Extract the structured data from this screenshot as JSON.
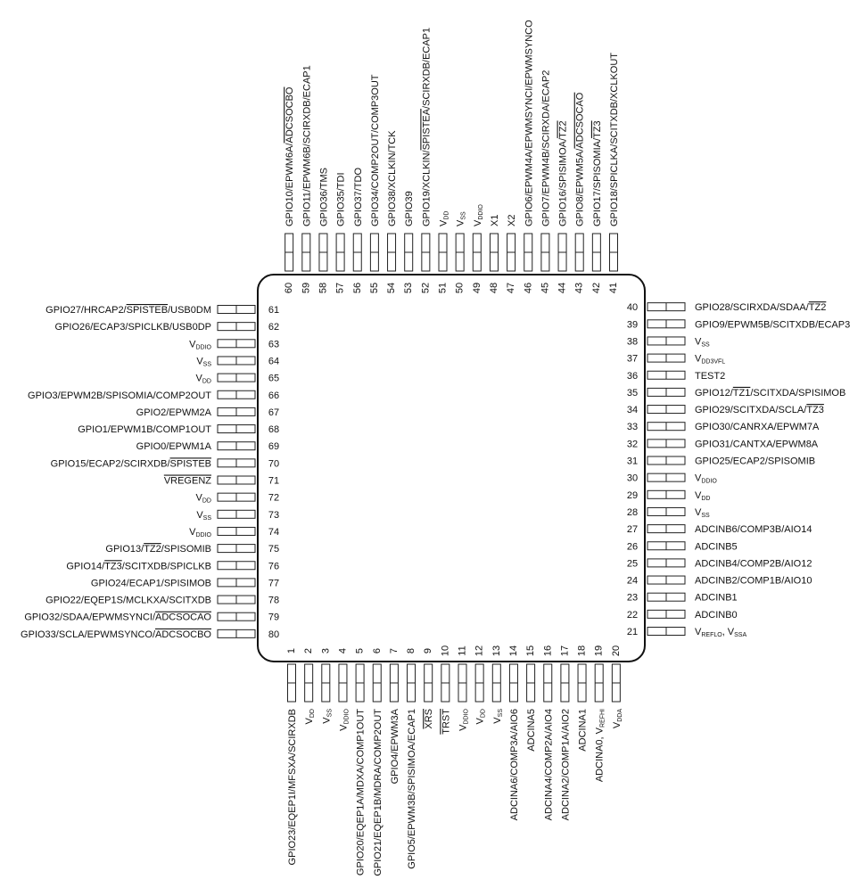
{
  "package": {
    "pins": [
      {
        "n": 1,
        "label": [
          {
            "t": "GPIO23/EQEP1I/MFSXA/SCIRXDB"
          }
        ]
      },
      {
        "n": 2,
        "label": [
          {
            "t": "V"
          },
          {
            "t": "DD",
            "sub": true
          }
        ]
      },
      {
        "n": 3,
        "label": [
          {
            "t": "V"
          },
          {
            "t": "SS",
            "sub": true
          }
        ]
      },
      {
        "n": 4,
        "label": [
          {
            "t": "V"
          },
          {
            "t": "DDIO",
            "sub": true
          }
        ]
      },
      {
        "n": 5,
        "label": [
          {
            "t": "GPIO20/EQEP1A/MDXA/COMP1OUT"
          }
        ]
      },
      {
        "n": 6,
        "label": [
          {
            "t": "GPIO21/EQEP1B/MDRA/COMP2OUT"
          }
        ]
      },
      {
        "n": 7,
        "label": [
          {
            "t": "GPIO4/EPWM3A"
          }
        ]
      },
      {
        "n": 8,
        "label": [
          {
            "t": "GPIO5/EPWM3B/SPISIMOA/ECAP1"
          }
        ]
      },
      {
        "n": 9,
        "label": [
          {
            "t": "XRS",
            "ov": true
          }
        ]
      },
      {
        "n": 10,
        "label": [
          {
            "t": "TRST",
            "ov": true
          }
        ]
      },
      {
        "n": 11,
        "label": [
          {
            "t": "V"
          },
          {
            "t": "DDIO",
            "sub": true
          }
        ]
      },
      {
        "n": 12,
        "label": [
          {
            "t": "V"
          },
          {
            "t": "DD",
            "sub": true
          }
        ]
      },
      {
        "n": 13,
        "label": [
          {
            "t": "V"
          },
          {
            "t": "SS",
            "sub": true
          }
        ]
      },
      {
        "n": 14,
        "label": [
          {
            "t": "ADCINA6/COMP3A/AIO6"
          }
        ]
      },
      {
        "n": 15,
        "label": [
          {
            "t": "ADCINA5"
          }
        ]
      },
      {
        "n": 16,
        "label": [
          {
            "t": "ADCINA4/COMP2A/AIO4"
          }
        ]
      },
      {
        "n": 17,
        "label": [
          {
            "t": "ADCINA2/COMP1A/AIO2"
          }
        ]
      },
      {
        "n": 18,
        "label": [
          {
            "t": "ADCINA1"
          }
        ]
      },
      {
        "n": 19,
        "label": [
          {
            "t": "ADCINA0, V"
          },
          {
            "t": "REFHI",
            "sub": true
          }
        ]
      },
      {
        "n": 20,
        "label": [
          {
            "t": "V"
          },
          {
            "t": "DDA",
            "sub": true
          }
        ]
      },
      {
        "n": 21,
        "label": [
          {
            "t": "V"
          },
          {
            "t": "REFLO",
            "sub": true
          },
          {
            "t": ", V"
          },
          {
            "t": "SSA",
            "sub": true
          }
        ]
      },
      {
        "n": 22,
        "label": [
          {
            "t": "ADCINB0"
          }
        ]
      },
      {
        "n": 23,
        "label": [
          {
            "t": "ADCINB1"
          }
        ]
      },
      {
        "n": 24,
        "label": [
          {
            "t": "ADCINB2/COMP1B/AIO10"
          }
        ]
      },
      {
        "n": 25,
        "label": [
          {
            "t": "ADCINB4/COMP2B/AIO12"
          }
        ]
      },
      {
        "n": 26,
        "label": [
          {
            "t": "ADCINB5"
          }
        ]
      },
      {
        "n": 27,
        "label": [
          {
            "t": "ADCINB6/COMP3B/AIO14"
          }
        ]
      },
      {
        "n": 28,
        "label": [
          {
            "t": "V"
          },
          {
            "t": "SS",
            "sub": true
          }
        ]
      },
      {
        "n": 29,
        "label": [
          {
            "t": "V"
          },
          {
            "t": "DD",
            "sub": true
          }
        ]
      },
      {
        "n": 30,
        "label": [
          {
            "t": "V"
          },
          {
            "t": "DDIO",
            "sub": true
          }
        ]
      },
      {
        "n": 31,
        "label": [
          {
            "t": "GPIO25/ECAP2/SPISOMIB"
          }
        ]
      },
      {
        "n": 32,
        "label": [
          {
            "t": "GPIO31/CANTXA/EPWM8A"
          }
        ]
      },
      {
        "n": 33,
        "label": [
          {
            "t": "GPIO30/CANRXA/EPWM7A"
          }
        ]
      },
      {
        "n": 34,
        "label": [
          {
            "t": "GPIO29/SCITXDA/SCLA/"
          },
          {
            "t": "TZ3",
            "ov": true
          }
        ]
      },
      {
        "n": 35,
        "label": [
          {
            "t": "GPIO12/"
          },
          {
            "t": "TZ1",
            "ov": true
          },
          {
            "t": "/SCITXDA/SPISIMOB"
          }
        ]
      },
      {
        "n": 36,
        "label": [
          {
            "t": "TEST2"
          }
        ]
      },
      {
        "n": 37,
        "label": [
          {
            "t": "V"
          },
          {
            "t": "DD3VFL",
            "sub": true
          }
        ]
      },
      {
        "n": 38,
        "label": [
          {
            "t": "V"
          },
          {
            "t": "SS",
            "sub": true
          }
        ]
      },
      {
        "n": 39,
        "label": [
          {
            "t": "GPIO9/EPWM5B/SCITXDB/ECAP3"
          }
        ]
      },
      {
        "n": 40,
        "label": [
          {
            "t": "GPIO28/SCIRXDA/SDAA/"
          },
          {
            "t": "TZ2",
            "ov": true
          }
        ]
      },
      {
        "n": 41,
        "label": [
          {
            "t": "GPIO18/SPICLKA/SCITXDB/XCLKOUT"
          }
        ]
      },
      {
        "n": 42,
        "label": [
          {
            "t": "GPIO17/SPISOMIA/"
          },
          {
            "t": "TZ3",
            "ov": true
          }
        ]
      },
      {
        "n": 43,
        "label": [
          {
            "t": "GPIO8/EPWM5A/"
          },
          {
            "t": "ADCSOCAO",
            "ov": true
          }
        ]
      },
      {
        "n": 44,
        "label": [
          {
            "t": "GPIO16/SPISIMOA/"
          },
          {
            "t": "TZ2",
            "ov": true
          }
        ]
      },
      {
        "n": 45,
        "label": [
          {
            "t": "GPIO7/EPWM4B/SCIRXDA/ECAP2"
          }
        ]
      },
      {
        "n": 46,
        "label": [
          {
            "t": "GPIO6/EPWM4A/EPWMSYNCI/EPWMSYNCO"
          }
        ]
      },
      {
        "n": 47,
        "label": [
          {
            "t": "X2"
          }
        ]
      },
      {
        "n": 48,
        "label": [
          {
            "t": "X1"
          }
        ]
      },
      {
        "n": 49,
        "label": [
          {
            "t": "V"
          },
          {
            "t": "DDIO",
            "sub": true
          }
        ]
      },
      {
        "n": 50,
        "label": [
          {
            "t": "V"
          },
          {
            "t": "SS",
            "sub": true
          }
        ]
      },
      {
        "n": 51,
        "label": [
          {
            "t": "V"
          },
          {
            "t": "DD",
            "sub": true
          }
        ]
      },
      {
        "n": 52,
        "label": [
          {
            "t": "GPIO19/XCLKIN/"
          },
          {
            "t": "SPISTEA",
            "ov": true
          },
          {
            "t": "/SCIRXDB/ECAP1"
          }
        ]
      },
      {
        "n": 53,
        "label": [
          {
            "t": "GPIO39"
          }
        ]
      },
      {
        "n": 54,
        "label": [
          {
            "t": "GPIO38/XCLKIN/TCK"
          }
        ]
      },
      {
        "n": 55,
        "label": [
          {
            "t": "GPIO34/COMP2OUT/COMP3OUT"
          }
        ]
      },
      {
        "n": 56,
        "label": [
          {
            "t": "GPIO37/TDO"
          }
        ]
      },
      {
        "n": 57,
        "label": [
          {
            "t": "GPIO35/TDI"
          }
        ]
      },
      {
        "n": 58,
        "label": [
          {
            "t": "GPIO36/TMS"
          }
        ]
      },
      {
        "n": 59,
        "label": [
          {
            "t": "GPIO11/EPWM6B/SCIRXDB/ECAP1"
          }
        ]
      },
      {
        "n": 60,
        "label": [
          {
            "t": "GPIO10/EPWM6A/"
          },
          {
            "t": "ADCSOCBO",
            "ov": true
          }
        ]
      },
      {
        "n": 61,
        "label": [
          {
            "t": "GPIO27/HRCAP2/"
          },
          {
            "t": "SPISTEB",
            "ov": true
          },
          {
            "t": "/USB0DM"
          }
        ]
      },
      {
        "n": 62,
        "label": [
          {
            "t": "GPIO26/ECAP3/SPICLKB/USB0DP"
          }
        ]
      },
      {
        "n": 63,
        "label": [
          {
            "t": "V"
          },
          {
            "t": "DDIO",
            "sub": true
          }
        ]
      },
      {
        "n": 64,
        "label": [
          {
            "t": "V"
          },
          {
            "t": "SS",
            "sub": true
          }
        ]
      },
      {
        "n": 65,
        "label": [
          {
            "t": "V"
          },
          {
            "t": "DD",
            "sub": true
          }
        ]
      },
      {
        "n": 66,
        "label": [
          {
            "t": "GPIO3/EPWM2B/SPISOMIA/COMP2OUT"
          }
        ]
      },
      {
        "n": 67,
        "label": [
          {
            "t": "GPIO2/EPWM2A"
          }
        ]
      },
      {
        "n": 68,
        "label": [
          {
            "t": "GPIO1/EPWM1B/COMP1OUT"
          }
        ]
      },
      {
        "n": 69,
        "label": [
          {
            "t": "GPIO0/EPWM1A"
          }
        ]
      },
      {
        "n": 70,
        "label": [
          {
            "t": "GPIO15/ECAP2/SCIRXDB/"
          },
          {
            "t": "SPISTEB",
            "ov": true
          }
        ]
      },
      {
        "n": 71,
        "label": [
          {
            "t": "VREGENZ",
            "ov": true
          }
        ]
      },
      {
        "n": 72,
        "label": [
          {
            "t": "V"
          },
          {
            "t": "DD",
            "sub": true
          }
        ]
      },
      {
        "n": 73,
        "label": [
          {
            "t": "V"
          },
          {
            "t": "SS",
            "sub": true
          }
        ]
      },
      {
        "n": 74,
        "label": [
          {
            "t": "V"
          },
          {
            "t": "DDIO",
            "sub": true
          }
        ]
      },
      {
        "n": 75,
        "label": [
          {
            "t": "GPIO13/"
          },
          {
            "t": "TZ2",
            "ov": true
          },
          {
            "t": "/SPISOMIB"
          }
        ]
      },
      {
        "n": 76,
        "label": [
          {
            "t": "GPIO14/"
          },
          {
            "t": "TZ3",
            "ov": true
          },
          {
            "t": "/SCITXDB/SPICLKB"
          }
        ]
      },
      {
        "n": 77,
        "label": [
          {
            "t": "GPIO24/ECAP1/SPISIMOB"
          }
        ]
      },
      {
        "n": 78,
        "label": [
          {
            "t": "GPIO22/EQEP1S/MCLKXA/SCITXDB"
          }
        ]
      },
      {
        "n": 79,
        "label": [
          {
            "t": "GPIO32/SDAA/EPWMSYNCI/"
          },
          {
            "t": "ADCSOCAO",
            "ov": true
          }
        ]
      },
      {
        "n": 80,
        "label": [
          {
            "t": "GPIO33/SCLA/EPWMSYNCO/"
          },
          {
            "t": "ADCSOCBO",
            "ov": true
          }
        ]
      }
    ]
  }
}
